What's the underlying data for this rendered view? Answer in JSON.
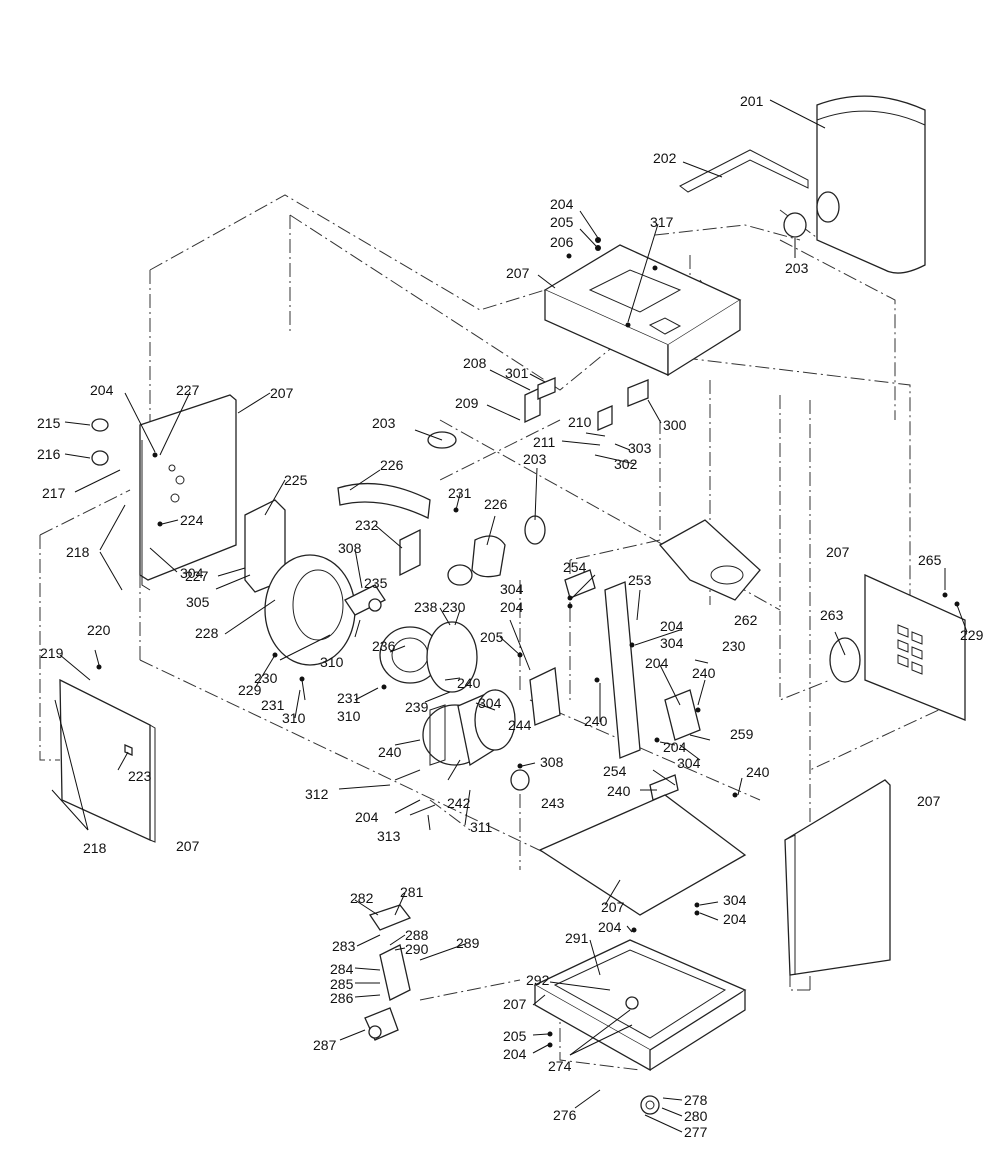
{
  "diagram": {
    "callouts": [
      "201",
      "202",
      "203",
      "204",
      "205",
      "206",
      "207",
      "317",
      "208",
      "301",
      "209",
      "210",
      "300",
      "211",
      "303",
      "302",
      "204",
      "227",
      "207",
      "215",
      "216",
      "217",
      "218",
      "224",
      "304",
      "225",
      "226",
      "231",
      "203",
      "226",
      "203",
      "232",
      "308",
      "235",
      "227",
      "305",
      "228",
      "230",
      "238",
      "254",
      "253",
      "262",
      "265",
      "207",
      "263",
      "229",
      "304",
      "204",
      "204",
      "304",
      "230",
      "220",
      "219",
      "229",
      "230",
      "310",
      "236",
      "205",
      "240",
      "240",
      "231",
      "310",
      "231",
      "310",
      "239",
      "304",
      "244",
      "204",
      "240",
      "223",
      "240",
      "242",
      "308",
      "243",
      "304",
      "204",
      "259",
      "312",
      "204",
      "313",
      "311",
      "254",
      "240",
      "240",
      "207",
      "218",
      "207",
      "207",
      "304",
      "204",
      "282",
      "281",
      "283",
      "288",
      "290",
      "289",
      "284",
      "285",
      "286",
      "204",
      "291",
      "292",
      "207",
      "205",
      "204",
      "274",
      "287",
      "278",
      "280",
      "277",
      "276"
    ]
  }
}
